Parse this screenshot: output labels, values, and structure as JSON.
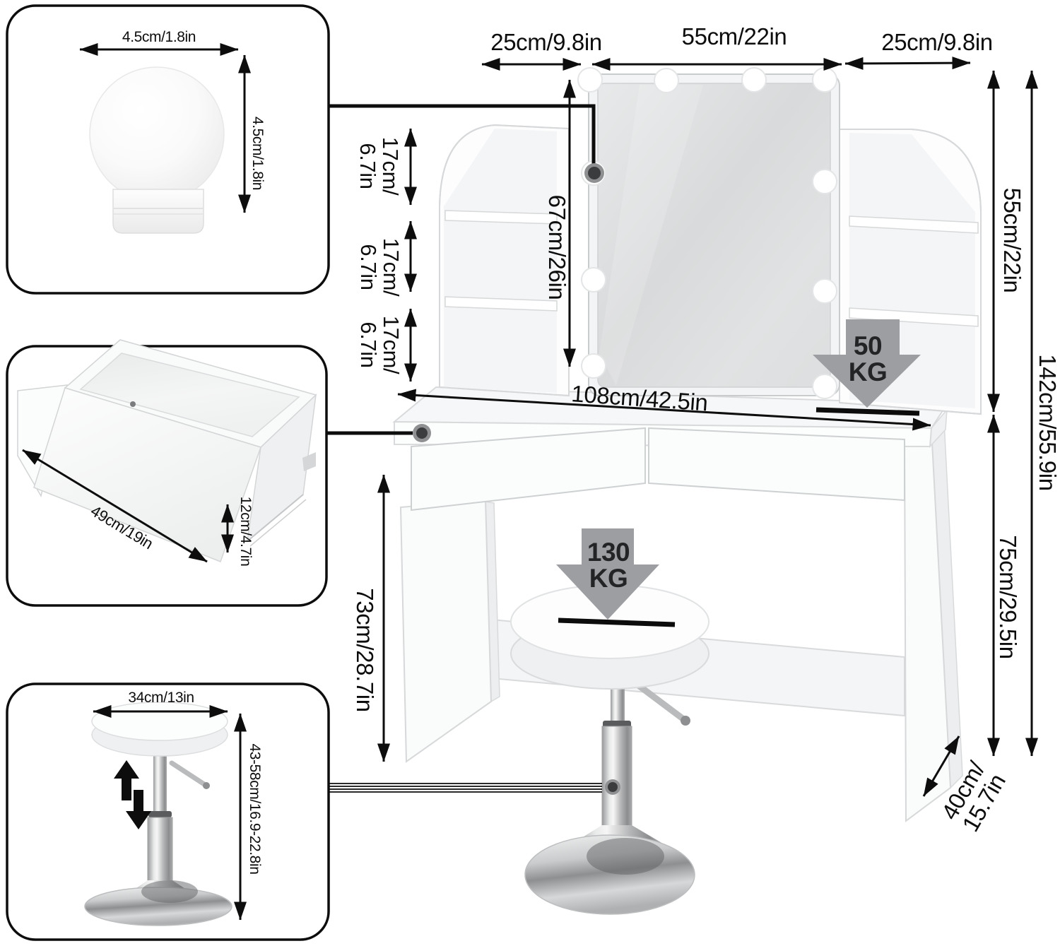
{
  "insets": {
    "bulb": {
      "width_label": "4.5cm/1.8in",
      "height_label": "4.5cm/1.8in"
    },
    "drawer": {
      "length_label": "49cm/19in",
      "height_label": "12cm/4.7in"
    },
    "stool": {
      "seat_width_label": "34cm/13in",
      "height_range_label": "43-58cm/16.9-22.8in"
    }
  },
  "main": {
    "top_widths": {
      "left": "25cm/9.8in",
      "center": "55cm/22in",
      "right": "25cm/9.8in"
    },
    "shelf_segments": [
      {
        "line1": "17cm/",
        "line2": "6.7in"
      },
      {
        "line1": "17cm/",
        "line2": "6.7in"
      },
      {
        "line1": "17cm/",
        "line2": "6.7in"
      }
    ],
    "mirror_height_label": "67cm/26in",
    "desktop_width_label": "108cm/42.5in",
    "hutch_height_label": "55cm/22in",
    "total_height_label": "142cm/55.9in",
    "desk_height_right_label": "75cm/29.5in",
    "desk_height_left_label": "73cm/28.7in",
    "depth": {
      "line1": "40cm/",
      "line2": "15.7in"
    },
    "loads": {
      "desktop": {
        "value": "50",
        "unit": "KG"
      },
      "stool": {
        "value": "130",
        "unit": "KG"
      }
    }
  }
}
